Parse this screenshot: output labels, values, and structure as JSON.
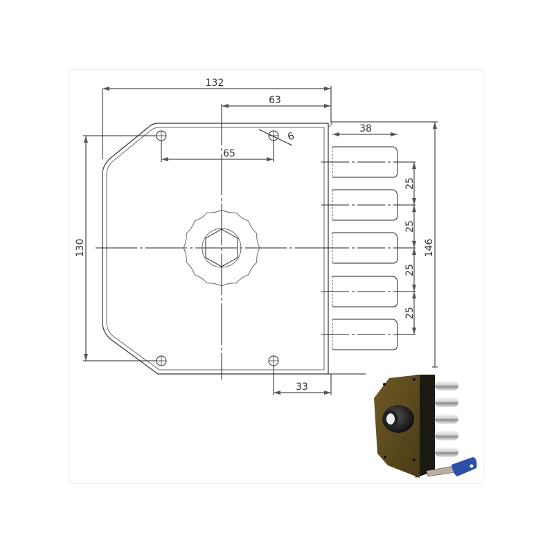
{
  "drawing": {
    "title": "Lock technical drawing with dimensions",
    "dimensions": {
      "overall_width": "132",
      "hole_to_edge_top": "63",
      "hole_spacing": "65",
      "hole_diameter": "6",
      "bolt_length": "38",
      "bolt_pitch_1": "25",
      "bolt_pitch_2": "25",
      "bolt_pitch_3": "25",
      "bolt_pitch_4": "25",
      "height_holes": "130",
      "overall_height": "146",
      "hole_to_edge_bottom": "33"
    },
    "bolt_count": 5,
    "colors": {
      "line": "#222222",
      "lock_body": "#5c4a1e",
      "key_blue": "#2c4fa8",
      "chrome": "#d8d8d8"
    }
  },
  "product_photo": {
    "label": "lock-product-photo"
  }
}
